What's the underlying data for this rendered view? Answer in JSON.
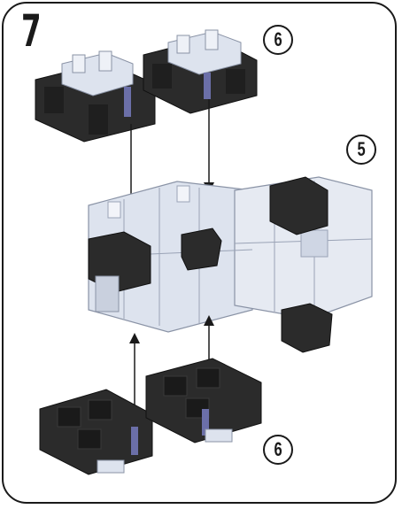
{
  "step": {
    "number": "7"
  },
  "callouts": {
    "top_right": "6",
    "right_side": "5",
    "bottom_right": "6"
  },
  "colors": {
    "dark_part": "#2b2b2b",
    "light_part": "#dde3ee",
    "outline": "#1a1a1a",
    "accent_strip": "#6b6fa8"
  }
}
